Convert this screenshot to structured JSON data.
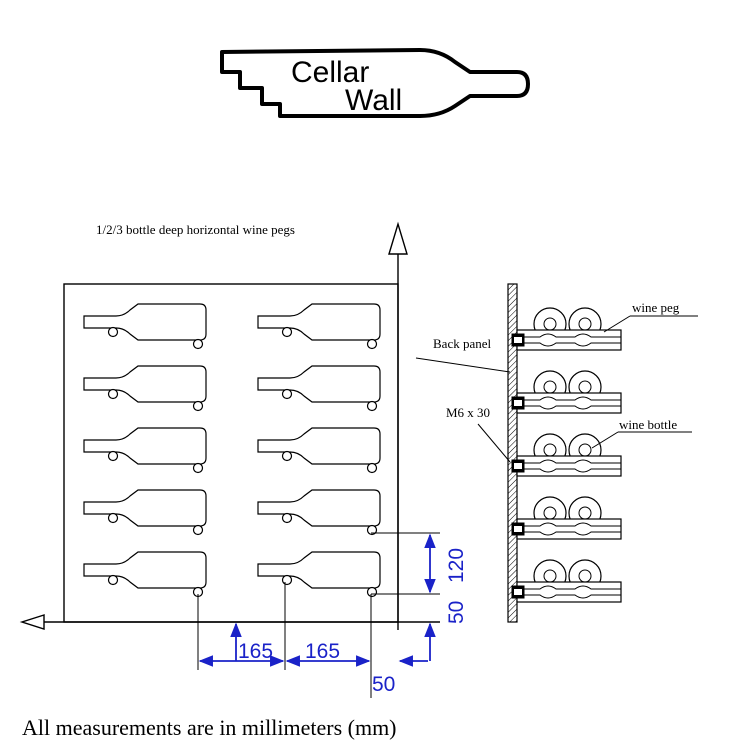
{
  "logo": {
    "line1": "Cellar",
    "line2": "Wall"
  },
  "front_view": {
    "title": "1/2/3 bottle deep  horizontal wine pegs"
  },
  "side_view": {
    "labels": {
      "wine_peg": "wine peg",
      "back_panel": "Back panel",
      "fastener": "M6 x 30",
      "wine_bottle": "wine bottle"
    }
  },
  "dimensions": {
    "h_spacing_1": "165",
    "h_spacing_2": "165",
    "edge_offset": "50",
    "v_spacing": "120",
    "bottom_offset": "50"
  },
  "footnote": "All measurements are in millimeters (mm)",
  "colors": {
    "line": "#000000",
    "dimension": "#1a22c8"
  }
}
